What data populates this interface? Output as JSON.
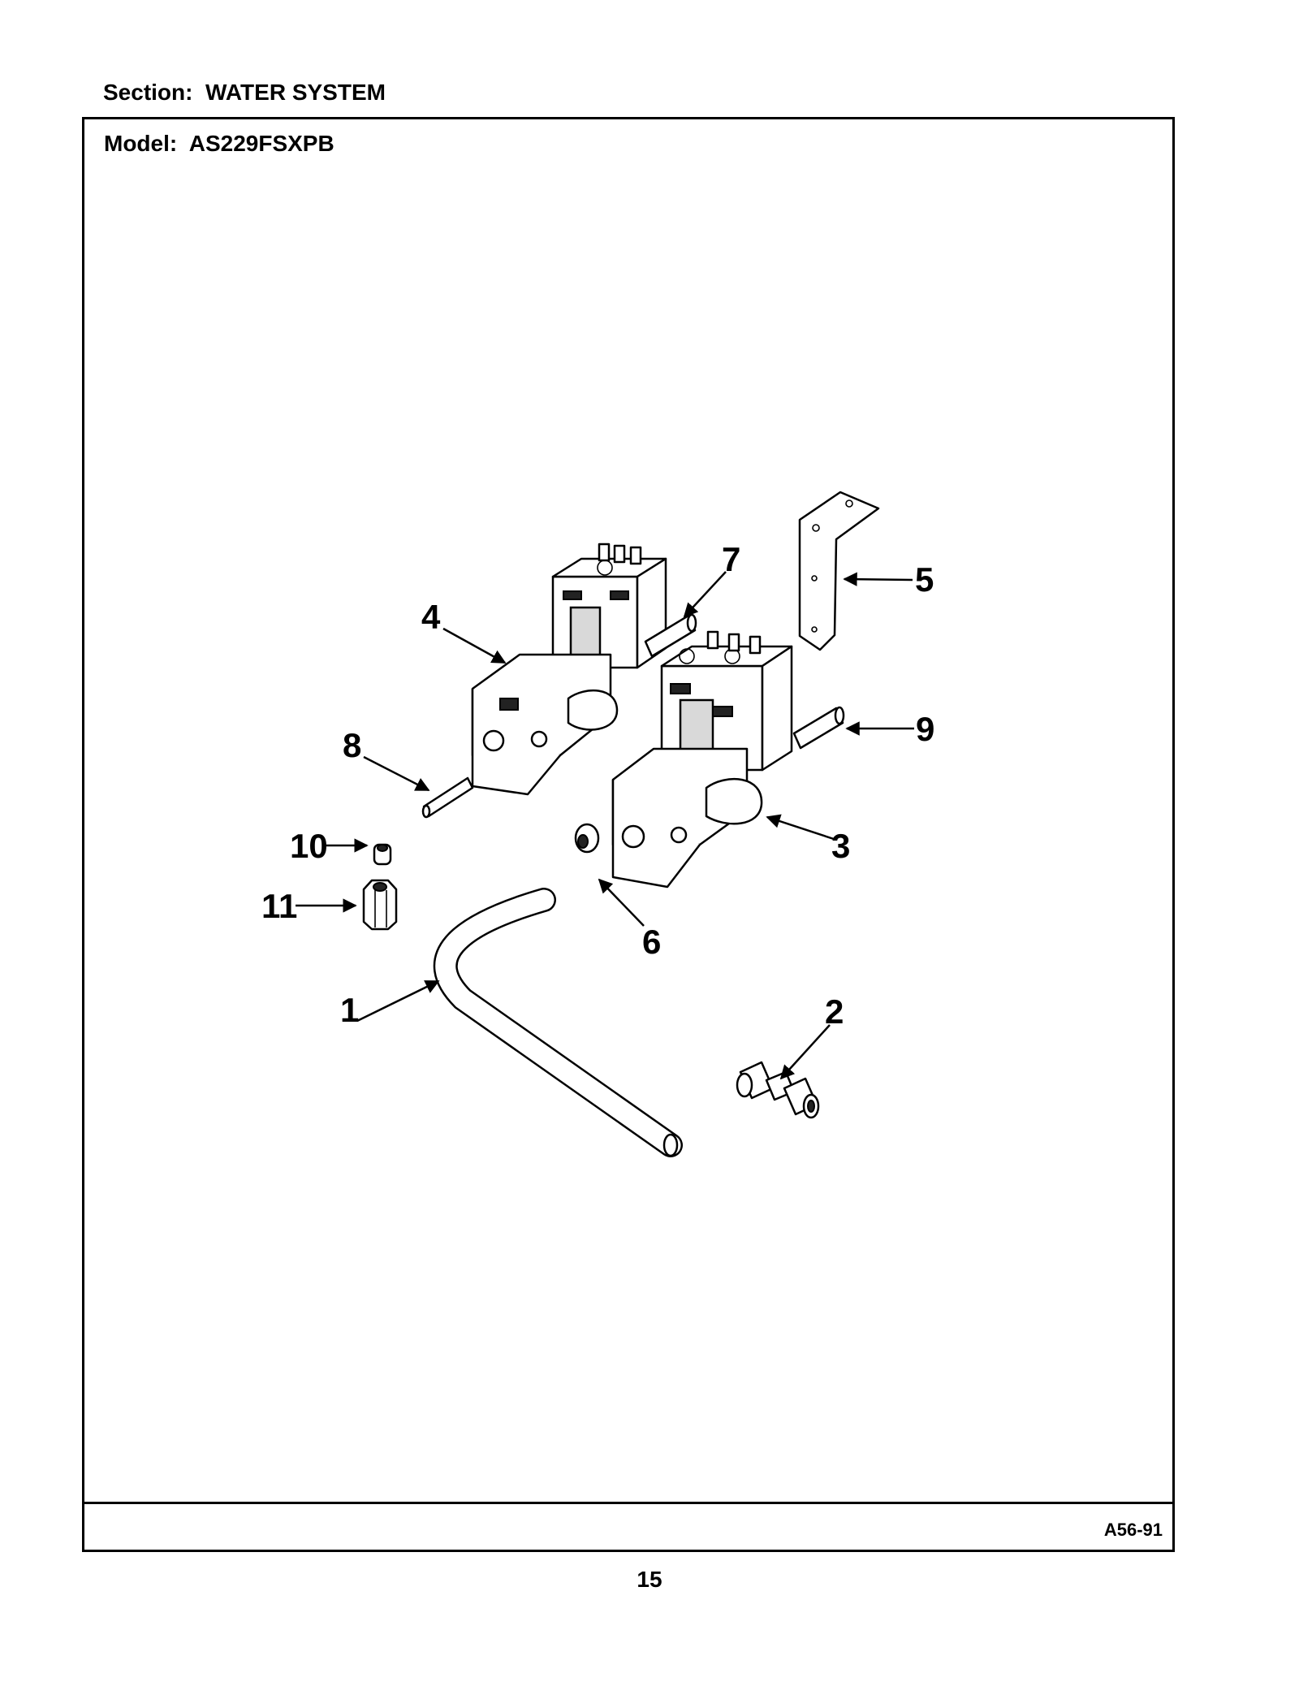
{
  "header": {
    "section_text": "Section:  WATER SYSTEM",
    "model_text": "Model:  AS229FSXPB"
  },
  "footer": {
    "diagram_code": "A56-91",
    "page_number": "15"
  },
  "callouts": [
    {
      "id": "1",
      "label": "1"
    },
    {
      "id": "2",
      "label": "2"
    },
    {
      "id": "3",
      "label": "3"
    },
    {
      "id": "4",
      "label": "4"
    },
    {
      "id": "5",
      "label": "5"
    },
    {
      "id": "6",
      "label": "6"
    },
    {
      "id": "7",
      "label": "7"
    },
    {
      "id": "8",
      "label": "8"
    },
    {
      "id": "9",
      "label": "9"
    },
    {
      "id": "10",
      "label": "10"
    },
    {
      "id": "11",
      "label": "11"
    }
  ],
  "colors": {
    "ink": "#000000",
    "paper": "#ffffff"
  }
}
